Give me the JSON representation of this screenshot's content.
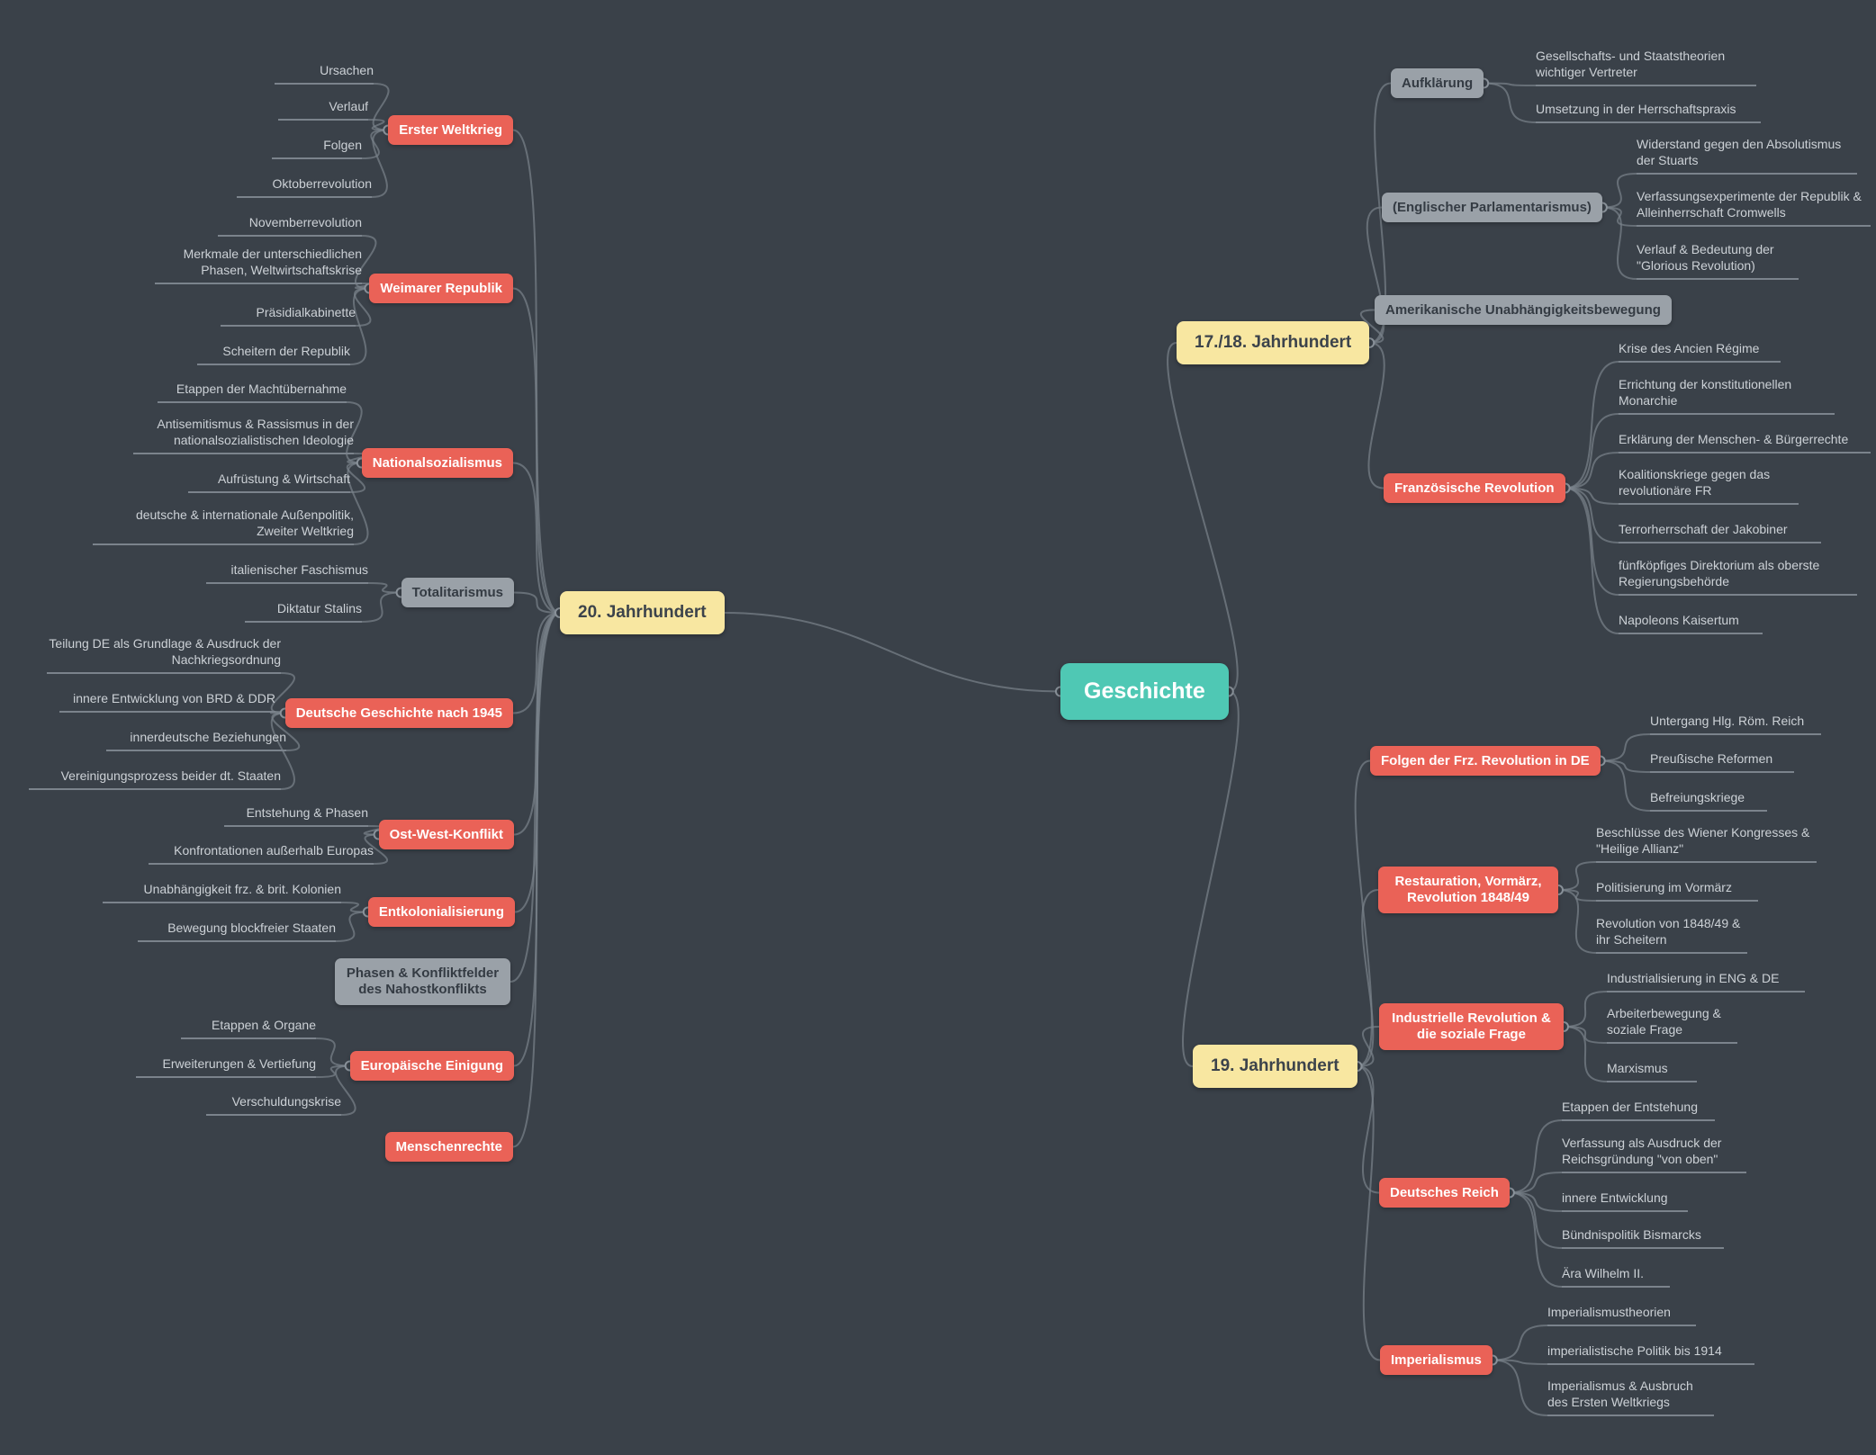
{
  "colors": {
    "background": "#3a4149",
    "central_node": "#4fc8b4",
    "branch_node": "#f8e7a1",
    "topic_red": "#ea6257",
    "topic_gray": "#9aa1a8",
    "leaf_text": "#ccd1d6",
    "connector": "#7b838c"
  },
  "map": {
    "central": {
      "label": "Geschichte"
    },
    "branches": [
      {
        "label": "20. Jahrhundert",
        "topics": [
          {
            "label": "Erster Weltkrieg",
            "leaves": [
              "Ursachen",
              "Verlauf",
              "Folgen",
              "Oktoberrevolution"
            ]
          },
          {
            "label": "Weimarer Republik",
            "leaves": [
              "Novemberrevolution",
              "Merkmale der unterschiedlichen Phasen, Weltwirtschaftskrise",
              "Präsidialkabinette",
              "Scheitern der Republik"
            ]
          },
          {
            "label": "Nationalsozialismus",
            "leaves": [
              "Etappen der Machtübernahme",
              "Antisemitismus & Rassismus in der nationalsozialistischen Ideologie",
              "Aufrüstung & Wirtschaft",
              "deutsche & internationale Außenpolitik, Zweiter Weltkrieg"
            ]
          },
          {
            "label": "Totalitarismus",
            "leaves": [
              "italienischer Faschismus",
              "Diktatur Stalins"
            ]
          },
          {
            "label": "Deutsche Geschichte nach 1945",
            "leaves": [
              "Teilung DE als Grundlage & Ausdruck der Nachkriegsordnung",
              "innere Entwicklung von BRD & DDR",
              "innerdeutsche Beziehungen",
              "Vereinigungsprozess beider dt. Staaten"
            ]
          },
          {
            "label": "Ost-West-Konflikt",
            "leaves": [
              "Entstehung & Phasen",
              "Konfrontationen außerhalb Europas"
            ]
          },
          {
            "label": "Entkolonialisierung",
            "leaves": [
              "Unabhängigkeit frz. & brit. Kolonien",
              "Bewegung blockfreier Staaten"
            ]
          },
          {
            "label": "Phasen & Konfliktfelder des Nahostkonflikts",
            "leaves": []
          },
          {
            "label": "Europäische Einigung",
            "leaves": [
              "Etappen & Organe",
              "Erweiterungen & Vertiefung",
              "Verschuldungskrise"
            ]
          },
          {
            "label": "Menschenrechte",
            "leaves": []
          }
        ]
      },
      {
        "label": "17./18. Jahrhundert",
        "topics": [
          {
            "label": "Aufklärung",
            "leaves": [
              "Gesellschafts- und Staatstheorien wichtiger Vertreter",
              "Umsetzung in der Herrschaftspraxis"
            ]
          },
          {
            "label": "(Englischer Parlamentarismus)",
            "leaves": [
              "Widerstand gegen den Absolutismus der Stuarts",
              "Verfassungsexperimente der Republik & Alleinherrschaft Cromwells",
              "Verlauf & Bedeutung der \"Glorious Revolution)"
            ]
          },
          {
            "label": "Amerikanische Unabhängigkeitsbewegung",
            "leaves": []
          },
          {
            "label": "Französische Revolution",
            "leaves": [
              "Krise des Ancien Régime",
              "Errichtung der konstitutionellen Monarchie",
              "Erklärung der Menschen- & Bürgerrechte",
              "Koalitionskriege gegen das revolutionäre FR",
              "Terrorherrschaft der Jakobiner",
              "fünfköpfiges Direktorium als oberste Regierungsbehörde",
              "Napoleons Kaisertum"
            ]
          }
        ]
      },
      {
        "label": "19. Jahrhundert",
        "topics": [
          {
            "label": "Folgen der Frz. Revolution in DE",
            "leaves": [
              "Untergang Hlg. Röm. Reich",
              "Preußische Reformen",
              "Befreiungskriege"
            ]
          },
          {
            "label": "Restauration, Vormärz, Revolution 1848/49",
            "leaves": [
              "Beschlüsse des Wiener Kongresses & \"Heilige Allianz\"",
              "Politisierung im Vormärz",
              "Revolution von 1848/49 & ihr Scheitern"
            ]
          },
          {
            "label": "Industrielle Revolution & die soziale Frage",
            "leaves": [
              "Industrialisierung in ENG & DE",
              "Arbeiterbewegung & soziale Frage",
              "Marxismus"
            ]
          },
          {
            "label": "Deutsches Reich",
            "leaves": [
              "Etappen der Entstehung",
              "Verfassung als Ausdruck der Reichsgründung \"von oben\"",
              "innere Entwicklung",
              "Bündnispolitik Bismarcks",
              "Ära Wilhelm II."
            ]
          },
          {
            "label": "Imperialismus",
            "leaves": [
              "Imperialismustheorien",
              "imperialistische Politik bis 1914",
              "Imperialismus & Ausbruch des Ersten Weltkriegs"
            ]
          }
        ]
      }
    ]
  }
}
